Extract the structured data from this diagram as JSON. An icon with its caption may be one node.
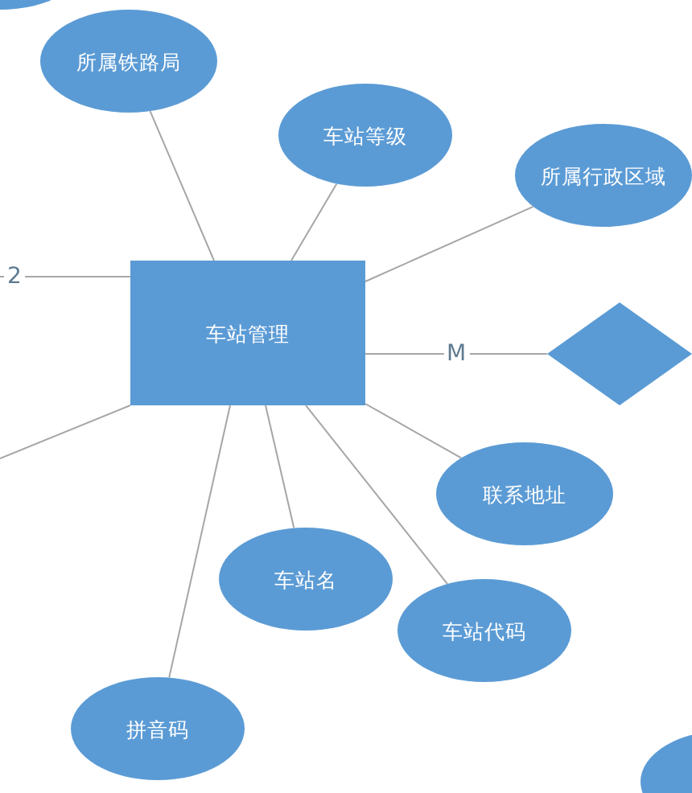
{
  "diagram": {
    "nodes": [
      {
        "text": [],
        "shape": "ellipse"
      },
      {
        "text": [
          "所属铁路局"
        ]
      },
      {
        "text": [
          "车站等级"
        ]
      },
      {
        "text": [
          "所属行政区域"
        ]
      },
      {
        "text": [
          "车站管理"
        ]
      },
      {
        "text": [],
        "shape": "diamond"
      },
      {
        "text": [
          "联系地址"
        ]
      },
      {
        "text": [
          "车站名"
        ]
      },
      {
        "text": [
          "车站代码"
        ]
      },
      {
        "text": [
          "拼音码"
        ]
      },
      {
        "text": [],
        "shape": "ellipse"
      }
    ],
    "edges": [
      {
        "from": null,
        "to": 4,
        "arrow": "none",
        "label": "2"
      },
      {
        "from": null,
        "to": 4,
        "arrow": "none"
      },
      {
        "from": 4,
        "to": 1,
        "arrow": "none"
      },
      {
        "from": 4,
        "to": 2,
        "arrow": "none"
      },
      {
        "from": 4,
        "to": 3,
        "arrow": "none"
      },
      {
        "from": 4,
        "to": 5,
        "arrow": "none",
        "label": "M"
      },
      {
        "from": 4,
        "to": 6,
        "arrow": "none"
      },
      {
        "from": 4,
        "to": 7,
        "arrow": "none"
      },
      {
        "from": 4,
        "to": 8,
        "arrow": "none"
      },
      {
        "from": 4,
        "to": 9,
        "arrow": "none"
      }
    ]
  }
}
